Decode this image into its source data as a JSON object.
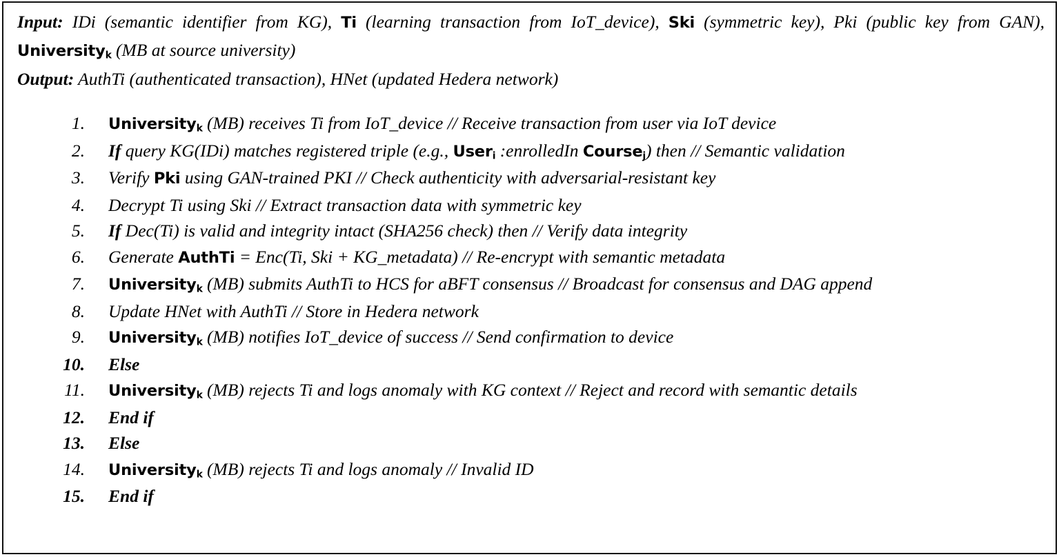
{
  "header": {
    "input_label": "Input:",
    "input_text_1": " IDi (semantic identifier from KG), ",
    "input_tok_ti": "Ti",
    "input_text_2": " (learning transaction from IoT_device), ",
    "input_tok_ski": "Ski",
    "input_text_3": " (symmetric key), Pki (public key from GAN), ",
    "input_tok_university": "University",
    "input_sub_k": "k",
    "input_text_4": " (MB at source university)",
    "output_label": "Output:",
    "output_text": " AuthTi (authenticated transaction), HNet (updated Hedera network)"
  },
  "steps": [
    {
      "num": "1.",
      "bold": false,
      "parts": [
        {
          "type": "tok",
          "text": "University",
          "sub": "k"
        },
        {
          "type": "italic",
          "text": " (MB) receives Ti from IoT_device // Receive transaction from user via IoT device"
        }
      ]
    },
    {
      "num": "2.",
      "bold": false,
      "parts": [
        {
          "type": "bold",
          "text": "If"
        },
        {
          "type": "italic",
          "text": " query KG(IDi) matches registered triple (e.g., "
        },
        {
          "type": "tok",
          "text": "User",
          "sub": "i"
        },
        {
          "type": "italic",
          "text": " :enrolledIn "
        },
        {
          "type": "tok",
          "text": "Course",
          "sub": "j"
        },
        {
          "type": "italic",
          "text": ") then // Semantic validation"
        }
      ]
    },
    {
      "num": "3.",
      "bold": false,
      "parts": [
        {
          "type": "italic",
          "text": "Verify "
        },
        {
          "type": "tok",
          "text": "Pki",
          "sub": ""
        },
        {
          "type": "italic",
          "text": " using GAN-trained PKI // Check authenticity with adversarial-resistant key"
        }
      ]
    },
    {
      "num": "4.",
      "bold": false,
      "parts": [
        {
          "type": "italic",
          "text": "Decrypt Ti using Ski // Extract transaction data with symmetric key"
        }
      ]
    },
    {
      "num": "5.",
      "bold": false,
      "parts": [
        {
          "type": "bold",
          "text": "If"
        },
        {
          "type": "italic",
          "text": " Dec(Ti) is valid and integrity intact (SHA256 check) then // Verify data integrity"
        }
      ]
    },
    {
      "num": "6.",
      "bold": false,
      "parts": [
        {
          "type": "italic",
          "text": "Generate "
        },
        {
          "type": "tok",
          "text": "AuthTi",
          "sub": ""
        },
        {
          "type": "italic",
          "text": " = Enc(Ti, Ski + KG_metadata) // Re-encrypt with semantic metadata"
        }
      ]
    },
    {
      "num": "7.",
      "bold": false,
      "parts": [
        {
          "type": "tok",
          "text": "University",
          "sub": "k"
        },
        {
          "type": "italic",
          "text": " (MB) submits AuthTi to HCS for aBFT consensus // Broadcast for consensus and DAG append"
        }
      ]
    },
    {
      "num": "8.",
      "bold": false,
      "parts": [
        {
          "type": "italic",
          "text": "Update HNet with AuthTi // Store in Hedera network"
        }
      ]
    },
    {
      "num": "9.",
      "bold": false,
      "parts": [
        {
          "type": "tok",
          "text": "University",
          "sub": "k"
        },
        {
          "type": "italic",
          "text": " (MB) notifies IoT_device of success // Send confirmation to device"
        }
      ]
    },
    {
      "num": "10.",
      "bold": true,
      "parts": [
        {
          "type": "bold",
          "text": "Else"
        }
      ]
    },
    {
      "num": "11.",
      "bold": false,
      "parts": [
        {
          "type": "tok",
          "text": "University",
          "sub": "k"
        },
        {
          "type": "italic",
          "text": " (MB) rejects Ti and logs anomaly with KG context // Reject and record with semantic details"
        }
      ]
    },
    {
      "num": "12.",
      "bold": true,
      "parts": [
        {
          "type": "bold",
          "text": "End if"
        }
      ]
    },
    {
      "num": "13.",
      "bold": true,
      "parts": [
        {
          "type": "bold",
          "text": "Else"
        }
      ]
    },
    {
      "num": "14.",
      "bold": false,
      "parts": [
        {
          "type": "tok",
          "text": "University",
          "sub": "k"
        },
        {
          "type": "italic",
          "text": " (MB) rejects Ti and logs anomaly // Invalid ID"
        }
      ]
    },
    {
      "num": "15.",
      "bold": true,
      "parts": [
        {
          "type": "bold",
          "text": "End if"
        }
      ]
    }
  ]
}
